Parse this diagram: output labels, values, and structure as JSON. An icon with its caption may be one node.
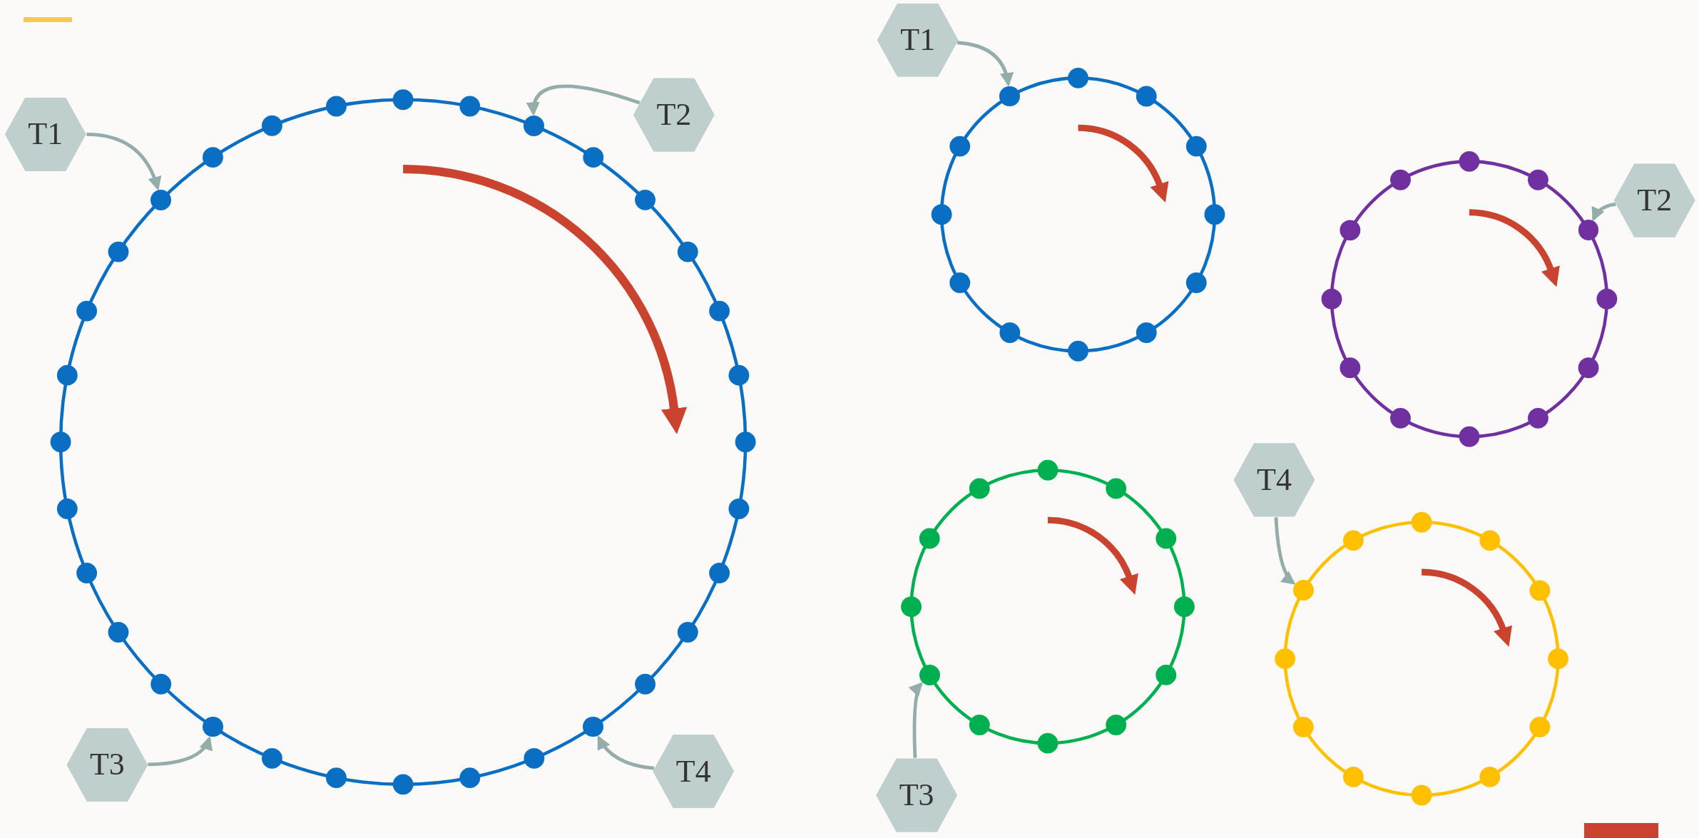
{
  "diagram": {
    "nodes": [
      {
        "text": [
          "T1"
        ]
      },
      {
        "text": [],
        "shape": "circle"
      },
      {
        "text": [
          "T2"
        ]
      },
      {
        "text": [],
        "shape": "circle"
      },
      {
        "text": [
          "T3"
        ]
      },
      {
        "text": [],
        "shape": "circle"
      },
      {
        "text": [
          "T4"
        ]
      },
      {
        "text": [],
        "shape": "circle"
      },
      {
        "text": [
          "T1"
        ]
      },
      {
        "text": [],
        "shape": "circle"
      },
      {
        "text": [
          "T2"
        ]
      },
      {
        "text": [],
        "shape": "circle"
      },
      {
        "text": [
          "T3"
        ]
      },
      {
        "text": [],
        "shape": "circle"
      },
      {
        "text": [
          "T4"
        ]
      },
      {
        "text": [],
        "shape": "circle"
      }
    ],
    "edges": [
      {
        "from": 0,
        "to": 1,
        "arrow": "to"
      },
      {
        "from": 2,
        "to": 3,
        "arrow": "to"
      },
      {
        "from": 4,
        "to": 5,
        "arrow": "to"
      },
      {
        "from": 6,
        "to": 7,
        "arrow": "to"
      },
      {
        "from": 8,
        "to": 9,
        "arrow": "to"
      },
      {
        "from": 10,
        "to": 11,
        "arrow": "to"
      },
      {
        "from": 12,
        "to": 13,
        "arrow": "to"
      },
      {
        "from": 14,
        "to": 15,
        "arrow": "to"
      }
    ]
  }
}
